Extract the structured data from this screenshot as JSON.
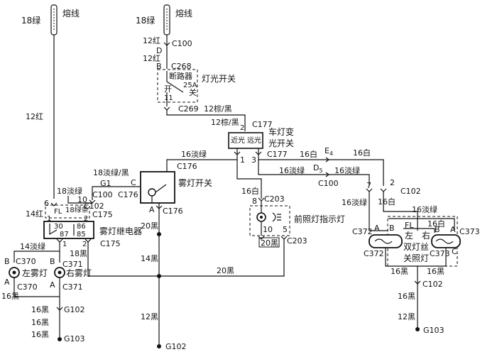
{
  "left_fuse": {
    "wire": "18绿",
    "name": "熔线"
  },
  "mid_fuse": {
    "wire": "18绿",
    "name": "熔线"
  },
  "left_feed": {
    "wire": "12红"
  },
  "mid_feed": {
    "wire1": "12红",
    "conn1": "C100",
    "pin_d": "D",
    "wire2": "12红",
    "pin_b": "B"
  },
  "breaker": {
    "conn_in": "C268",
    "label": "断路器",
    "rating": "25A",
    "pos_open": "开",
    "pos_close": "关",
    "pin": "11",
    "conn_out": "C269",
    "wire_out": "12棕/黑"
  },
  "light_switch": {
    "label": "灯光开关"
  },
  "beam_switch": {
    "wire_in": "12棕/黑",
    "pin_in": "2",
    "conn": "C177",
    "label_line1": "车灯变",
    "label_line2": "光开关",
    "low": "近光",
    "high": "远光",
    "pin1": "1",
    "pin3": "3",
    "conn_out": "C177"
  },
  "fog_switch": {
    "wire_in": "16淡绿",
    "conn_top": "C176",
    "pin_c": "C",
    "label": "雾灯开关",
    "pin_a": "A",
    "conn_bottom": "C176",
    "wire_ground": "20黑"
  },
  "g1_branch": {
    "wire": "18淡绿/黑",
    "pin": "G1",
    "conn": "C176",
    "pin2": "10",
    "conn2": "C100"
  },
  "relay": {
    "label": "雾灯继电器",
    "pin_fl": "FL",
    "wire_top": "18淡绿",
    "pin6": "6",
    "conn_top": "C102",
    "wire_in": "14红",
    "pin_top_left": "1",
    "pin_top_right": "2",
    "wire_top_right": "18绿条",
    "conn_mid": "C175",
    "n30": "30",
    "n86": "86",
    "n87": "87",
    "n85": "85",
    "conn_bottom": "C175",
    "pin_bot1": "1",
    "pin_bot2": "2"
  },
  "fog_lamps": {
    "wire_feed": "14淡绿",
    "wire_right": "18黑",
    "pin_b1": "B",
    "conn_b1": "C370",
    "pin_b2": "B",
    "conn_b2": "C371",
    "left_label": "左雾灯",
    "right_label": "右雾灯",
    "pin_a1": "A",
    "conn_a1": "C370",
    "pin_a2": "A",
    "conn_a2": "C371",
    "wire_gnd1": "16黑",
    "wire_gnd2": "16黑",
    "conn_g102": "G102",
    "wire_gnd3": "16黑",
    "wire_gnd4": "16黑",
    "conn_g103": "G103"
  },
  "indicator": {
    "wire_in": "16白",
    "conn_top": "C203",
    "pin8": "8",
    "label": "前照灯指示灯",
    "pin10": "10",
    "pin5": "5",
    "wire_out": "20黑",
    "conn_out": "C203"
  },
  "main_ground": {
    "wire": "20黑",
    "wire_mid": "14黑",
    "wire_bottom": "12黑",
    "conn": "G102",
    "wire_cross": "20黑"
  },
  "right_side": {
    "wire_top": "16白",
    "pin_e4": "E",
    "sub_e4": "4",
    "pin_d5": "D",
    "sub_d5": "5",
    "wire_mid1": "16淡绿",
    "wire_mid2": "16淡绿",
    "wire_e4_left": "16白",
    "conn_c100": "C100",
    "pin7": "7",
    "pin2": "2",
    "conn_c102": "C102",
    "wire_left_drop": "16淡绿",
    "wire_white_drop": "16白",
    "wire_top_box": "16淡绿",
    "wire_fl": "FL",
    "wire_fl_w": "16白",
    "pin_b_l": "B",
    "pin_a_l": "A",
    "pin_b_r": "B",
    "pin_a_r": "A",
    "conn_l": "C372",
    "conn_r": "C373",
    "left_text": "左",
    "right_text": "右",
    "name_line1": "双灯丝",
    "name_line2": "关照灯",
    "conn_l2": "C372",
    "conn_r2": "C373",
    "pin_c": "C",
    "wire_gnd1": "16黑",
    "wire_gnd2": "16黑",
    "conn_gnd": "C102",
    "wire_gnd3": "16黑",
    "wire_gnd4": "12黑",
    "conn_g103": "G103"
  }
}
